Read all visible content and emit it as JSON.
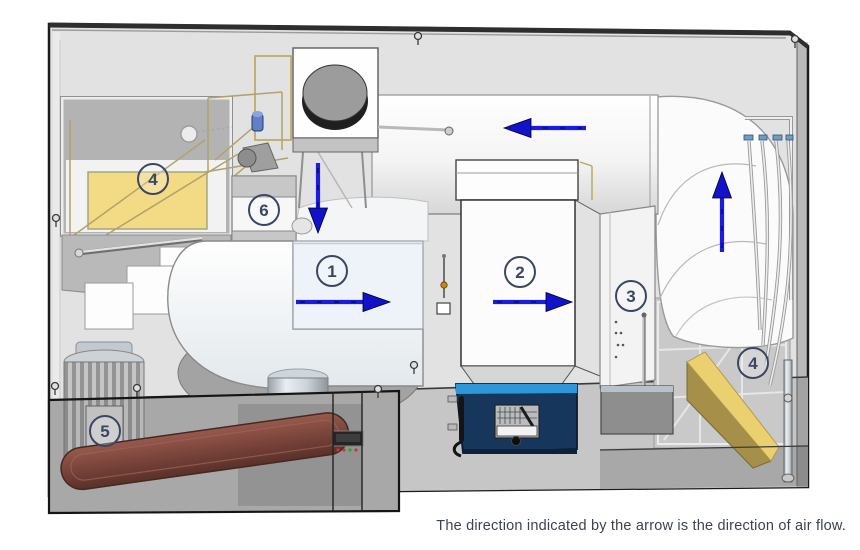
{
  "diagram": {
    "type": "airflow-machine-diagram",
    "caption": "The direction indicated by the arrow is the direction of air flow.",
    "labels": [
      {
        "id": "1",
        "number": "1",
        "location": "blower-outlet-duct"
      },
      {
        "id": "2",
        "number": "2",
        "location": "conditioning-box"
      },
      {
        "id": "3",
        "number": "3",
        "location": "duct-connector"
      },
      {
        "id": "4a",
        "number": "4",
        "location": "upper-left-yellow-unit"
      },
      {
        "id": "4b",
        "number": "4",
        "location": "lower-right-yellow-wedge"
      },
      {
        "id": "5",
        "number": "5",
        "location": "motor"
      },
      {
        "id": "6",
        "number": "6",
        "location": "small-white-box"
      }
    ],
    "arrows": [
      {
        "direction": "down",
        "location": "below-fan-unit"
      },
      {
        "direction": "right",
        "location": "blower-outlet"
      },
      {
        "direction": "right",
        "location": "conditioning-box"
      },
      {
        "direction": "up",
        "location": "right-elbow-duct"
      },
      {
        "direction": "left",
        "location": "top-return-duct"
      }
    ],
    "colors": {
      "arrow_blue": "#1c1ce0",
      "label_ink": "#3a4663",
      "highlight_yellow": "#f3da85",
      "drawer_navy": "#16365c",
      "drawer_stripe_blue": "#2e97d8",
      "belt_red_brown": "#8a4a40",
      "caption_ink": "#3c4252",
      "enclosure_gray": "#e2e2e2"
    }
  }
}
